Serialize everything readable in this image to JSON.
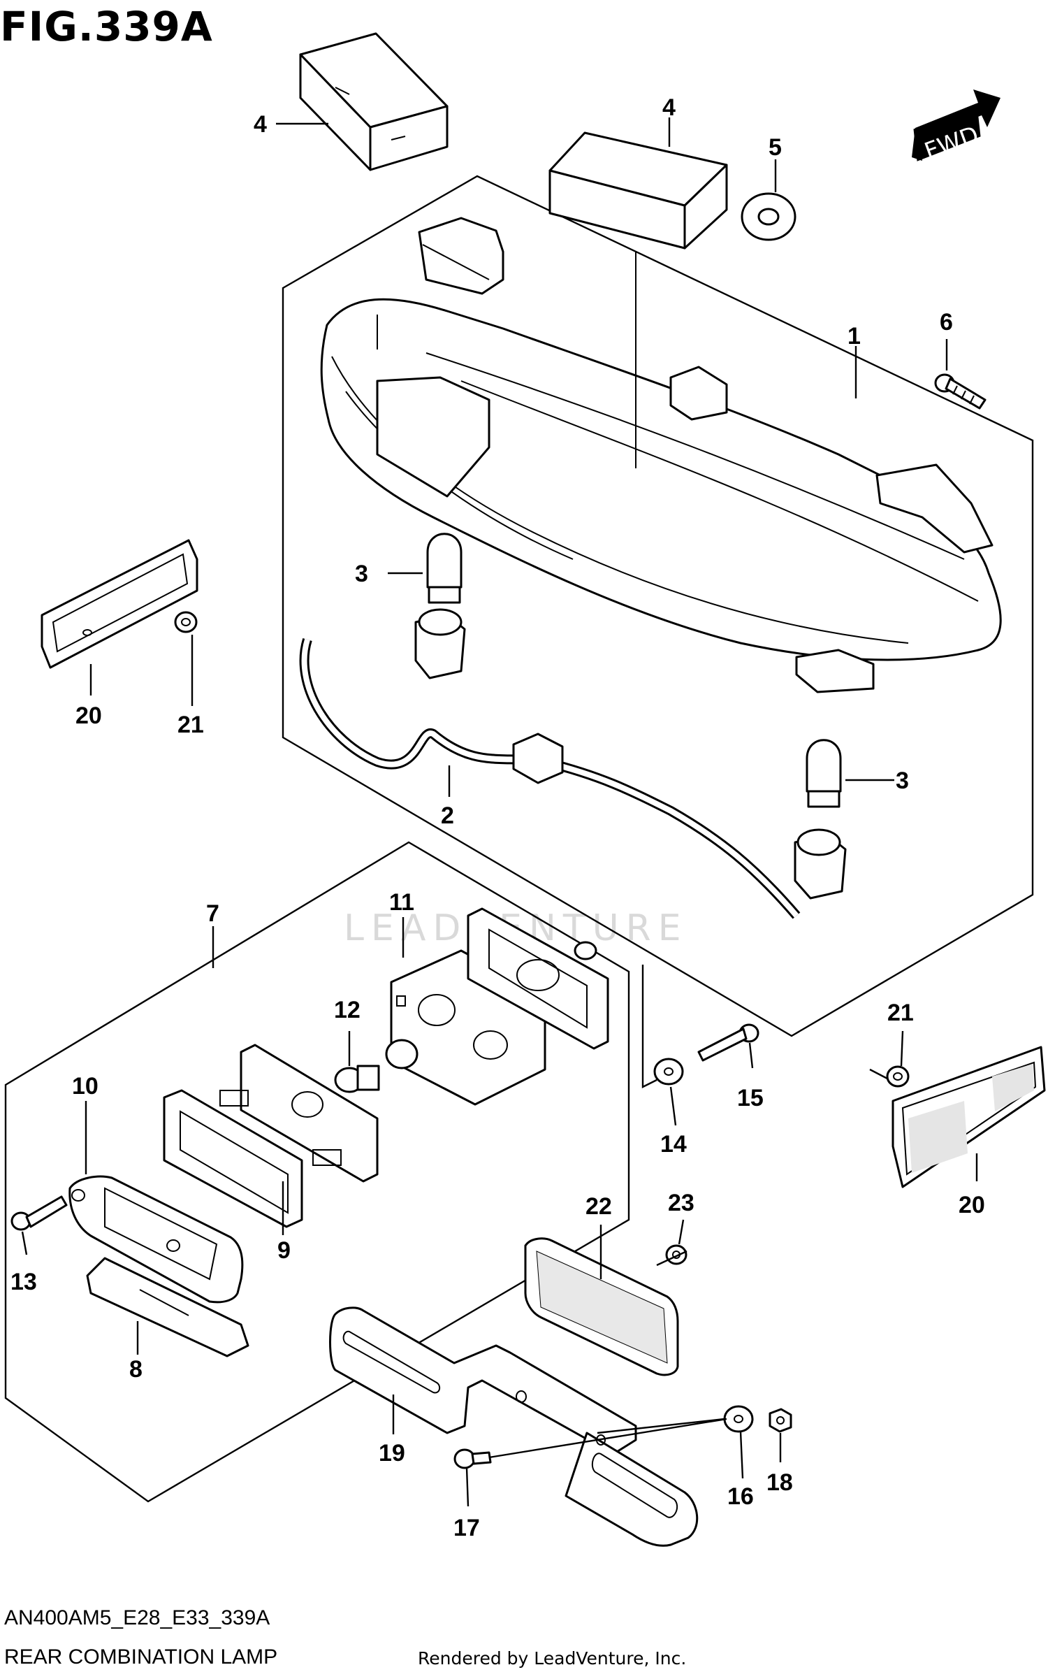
{
  "figure": {
    "title": "FIG.339A",
    "fwd_label": "FWD",
    "model_code": "AN400AM5_E28_E33_339A",
    "assembly_name": "REAR COMBINATION LAMP",
    "rendered_by": "Rendered by LeadVenture, Inc.",
    "watermark": "LEADVENTURE"
  },
  "callouts": {
    "c1": "1",
    "c2": "2",
    "c3a": "3",
    "c3b": "3",
    "c4a": "4",
    "c4b": "4",
    "c5": "5",
    "c6": "6",
    "c7": "7",
    "c8": "8",
    "c9": "9",
    "c10": "10",
    "c11": "11",
    "c12": "12",
    "c13": "13",
    "c14": "14",
    "c15": "15",
    "c16": "16",
    "c17": "17",
    "c18": "18",
    "c19": "19",
    "c20a": "20",
    "c20b": "20",
    "c21a": "21",
    "c21b": "21",
    "c22": "22",
    "c23": "23"
  }
}
